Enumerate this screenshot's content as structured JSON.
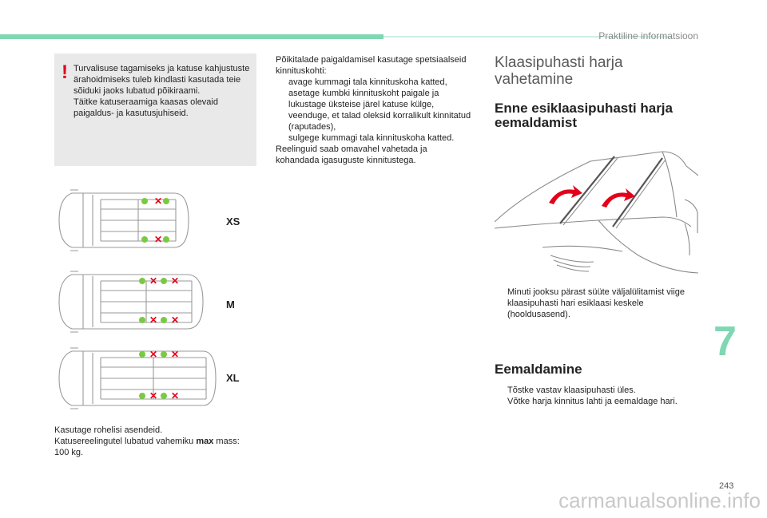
{
  "header": {
    "section": "Praktiline informatsioon"
  },
  "chapter_number": "7",
  "page_number": "243",
  "warning": {
    "mark": "!",
    "line1": "Turvalisuse tagamiseks ja katuse kahjustuste ärahoidmiseks tuleb kindlasti kasutada teie sõiduki jaoks lubatud põikiraami.",
    "line2": "Täitke katuseraamiga kaasas olevaid paigaldus- ja kasutusjuhiseid."
  },
  "figure_vans": {
    "labels": [
      "XS",
      "M",
      "XL"
    ],
    "colors": {
      "allowed": "#7ac943",
      "forbidden": "#e3001b"
    }
  },
  "left_note": {
    "line1": "Kasutage rohelisi asendeid.",
    "line2_before": "Katusereelingutel lubatud vahemiku ",
    "line2_bold": "max",
    "line2_after": " mass:",
    "line3": "100 kg."
  },
  "middle": {
    "intro": "Põikitalade paigaldamisel kasutage spetsiaalseid kinnituskohti:",
    "bullet_symbol": "",
    "bullets": [
      "avage kummagi tala kinnituskoha katted,",
      "asetage kumbki kinnituskoht paigale ja lukustage üksteise järel katuse külge,",
      "veenduge, et talad oleksid korralikult kinnitatud (raputades),",
      "sulgege kummagi tala kinnituskoha katted."
    ],
    "outro": "Reelinguid saab omavahel vahetada ja kohandada igasuguste kinnitustega."
  },
  "right": {
    "title": "Klaasipuhasti harja vahetamine",
    "subtitle1": "Enne esiklaasipuhasti harja eemaldamist",
    "note": "Minuti jooksu pärast süüte väljalülitamist viige klaasipuhasti hari esiklaasi keskele (hooldusasend).",
    "subtitle2": "Eemaldamine",
    "steps": [
      "Tõstke vastav klaasipuhasti üles.",
      "Võtke harja kinnitus lahti ja eemaldage hari."
    ],
    "arrow_color": "#e3001b"
  },
  "watermark": "carmanualsonline.info"
}
